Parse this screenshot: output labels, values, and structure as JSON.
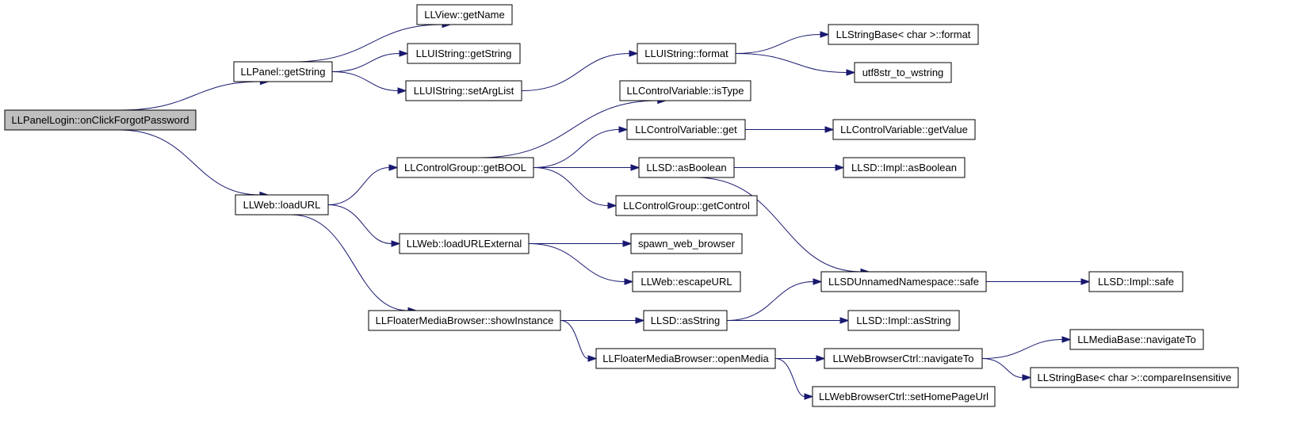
{
  "graph": {
    "nodes": [
      {
        "id": "root",
        "label": "LLPanelLogin::onClickForgotPassword",
        "root": true
      },
      {
        "id": "panel_getString",
        "label": "LLPanel::getString"
      },
      {
        "id": "web_loadURL",
        "label": "LLWeb::loadURL"
      },
      {
        "id": "view_getName",
        "label": "LLView::getName"
      },
      {
        "id": "uistring_getString",
        "label": "LLUIString::getString"
      },
      {
        "id": "uistring_setArgList",
        "label": "LLUIString::setArgList"
      },
      {
        "id": "uistring_format",
        "label": "LLUIString::format"
      },
      {
        "id": "stringbase_format",
        "label": "LLStringBase< char >::format"
      },
      {
        "id": "utf8str_to_wstring",
        "label": "utf8str_to_wstring"
      },
      {
        "id": "cv_isType",
        "label": "LLControlVariable::isType"
      },
      {
        "id": "cv_get",
        "label": "LLControlVariable::get"
      },
      {
        "id": "cv_getValue",
        "label": "LLControlVariable::getValue"
      },
      {
        "id": "cg_getBOOL",
        "label": "LLControlGroup::getBOOL"
      },
      {
        "id": "sd_asBoolean",
        "label": "LLSD::asBoolean"
      },
      {
        "id": "sdimpl_asBoolean",
        "label": "LLSD::Impl::asBoolean"
      },
      {
        "id": "cg_getControl",
        "label": "LLControlGroup::getControl"
      },
      {
        "id": "web_loadURLExternal",
        "label": "LLWeb::loadURLExternal"
      },
      {
        "id": "spawn_web_browser",
        "label": "spawn_web_browser"
      },
      {
        "id": "web_escapeURL",
        "label": "LLWeb::escapeURL"
      },
      {
        "id": "sd_unnamed_safe",
        "label": "LLSDUnnamedNamespace::safe"
      },
      {
        "id": "sdimpl_safe",
        "label": "LLSD::Impl::safe"
      },
      {
        "id": "fmb_showInstance",
        "label": "LLFloaterMediaBrowser::showInstance"
      },
      {
        "id": "sd_asString",
        "label": "LLSD::asString"
      },
      {
        "id": "sdimpl_asString",
        "label": "LLSD::Impl::asString"
      },
      {
        "id": "fmb_openMedia",
        "label": "LLFloaterMediaBrowser::openMedia"
      },
      {
        "id": "wbc_navigateTo",
        "label": "LLWebBrowserCtrl::navigateTo"
      },
      {
        "id": "mediabase_navigateTo",
        "label": "LLMediaBase::navigateTo"
      },
      {
        "id": "stringbase_compareInsensitive",
        "label": "LLStringBase< char >::compareInsensitive"
      },
      {
        "id": "wbc_setHomePageUrl",
        "label": "LLWebBrowserCtrl::setHomePageUrl"
      }
    ],
    "edges": [
      {
        "from": "root",
        "to": "panel_getString"
      },
      {
        "from": "root",
        "to": "web_loadURL"
      },
      {
        "from": "panel_getString",
        "to": "view_getName"
      },
      {
        "from": "panel_getString",
        "to": "uistring_getString"
      },
      {
        "from": "panel_getString",
        "to": "uistring_setArgList"
      },
      {
        "from": "uistring_setArgList",
        "to": "uistring_format"
      },
      {
        "from": "uistring_format",
        "to": "stringbase_format"
      },
      {
        "from": "uistring_format",
        "to": "utf8str_to_wstring"
      },
      {
        "from": "web_loadURL",
        "to": "cg_getBOOL"
      },
      {
        "from": "web_loadURL",
        "to": "web_loadURLExternal"
      },
      {
        "from": "web_loadURL",
        "to": "fmb_showInstance"
      },
      {
        "from": "cg_getBOOL",
        "to": "cv_isType"
      },
      {
        "from": "cg_getBOOL",
        "to": "cv_get"
      },
      {
        "from": "cg_getBOOL",
        "to": "sd_asBoolean"
      },
      {
        "from": "cg_getBOOL",
        "to": "cg_getControl"
      },
      {
        "from": "cv_get",
        "to": "cv_getValue"
      },
      {
        "from": "sd_asBoolean",
        "to": "sdimpl_asBoolean"
      },
      {
        "from": "sd_asBoolean",
        "to": "sd_unnamed_safe"
      },
      {
        "from": "web_loadURLExternal",
        "to": "spawn_web_browser"
      },
      {
        "from": "web_loadURLExternal",
        "to": "web_escapeURL"
      },
      {
        "from": "sd_unnamed_safe",
        "to": "sdimpl_safe"
      },
      {
        "from": "fmb_showInstance",
        "to": "sd_asString"
      },
      {
        "from": "fmb_showInstance",
        "to": "fmb_openMedia"
      },
      {
        "from": "sd_asString",
        "to": "sd_unnamed_safe"
      },
      {
        "from": "sd_asString",
        "to": "sdimpl_asString"
      },
      {
        "from": "fmb_openMedia",
        "to": "wbc_navigateTo"
      },
      {
        "from": "fmb_openMedia",
        "to": "wbc_setHomePageUrl"
      },
      {
        "from": "wbc_navigateTo",
        "to": "mediabase_navigateTo"
      },
      {
        "from": "wbc_navigateTo",
        "to": "stringbase_compareInsensitive"
      }
    ]
  },
  "colors": {
    "edge": "#191970",
    "root_fill": "#bfbfbf",
    "node_fill": "#ffffff",
    "node_border": "#000000"
  }
}
